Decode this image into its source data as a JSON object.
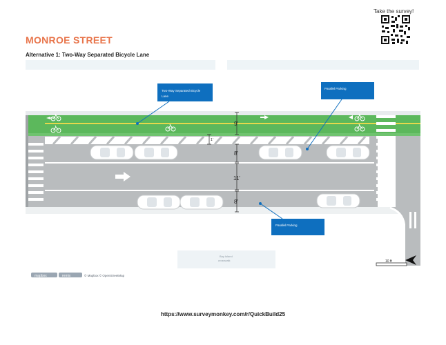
{
  "page": {
    "title": "MONROE STREET",
    "subtitle": "Alternative 1: Two-Way Separated Bicycle Lane",
    "survey_prompt": "Take the survey!",
    "survey_url": "https://www.surveymonkey.com/r/QuickBuild25"
  },
  "diagram": {
    "callouts": {
      "bike_lane_line1": "Two-Way Separated Bicycle",
      "bike_lane_line2": "Lane",
      "parking_top": "Parallel Parking",
      "parking_bottom": "Parallel Parking"
    },
    "dimensions": {
      "bike_lane": "9'",
      "buffer": "1'",
      "parking_north": "8'",
      "travel_lane": "11'",
      "parking_south": "8'"
    },
    "bay_island_line1": "Bay Island",
    "bay_island_line2": "crosswalk",
    "scale_label": "10 ft",
    "attribution": "© Mapbox © OpenStreetMap",
    "logo_mapbox": "mapbox",
    "logo_remix": "remix"
  },
  "colors": {
    "title_accent": "#e8744a",
    "bike_lane_green": "#5cb85c",
    "road_gray": "#b9bcbe",
    "callout_blue": "#0e6fbf",
    "yellow_line": "#e6d84b"
  }
}
